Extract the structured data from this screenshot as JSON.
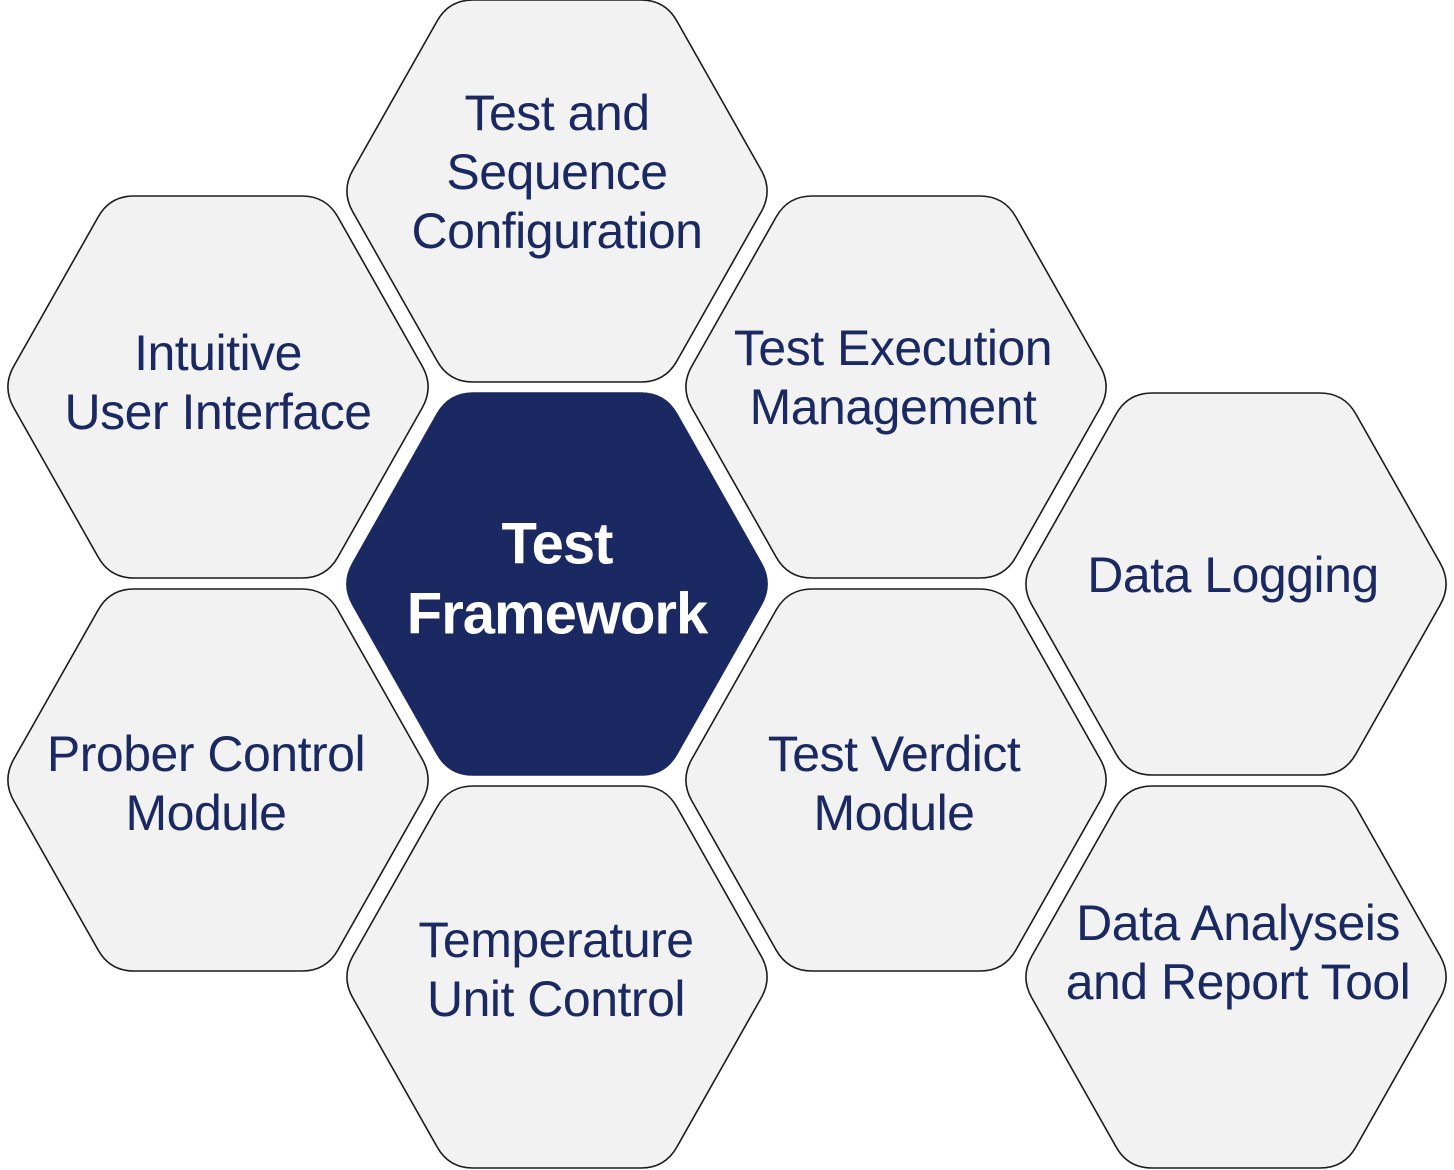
{
  "diagram": {
    "center": {
      "lines": [
        "Test",
        "Framework"
      ],
      "fill": "#1a2962",
      "text_color": "#ffffff"
    },
    "modules": [
      {
        "id": "test-and-sequence-configuration",
        "lines": [
          "Test and",
          "Sequence",
          "Configuration"
        ]
      },
      {
        "id": "intuitive-user-interface",
        "lines": [
          "Intuitive",
          "User Interface"
        ]
      },
      {
        "id": "test-execution-management",
        "lines": [
          "Test Execution",
          "Management"
        ]
      },
      {
        "id": "data-logging",
        "lines": [
          "Data Logging"
        ]
      },
      {
        "id": "prober-control-module",
        "lines": [
          "Prober Control",
          "Module"
        ]
      },
      {
        "id": "test-verdict-module",
        "lines": [
          "Test Verdict",
          "Module"
        ]
      },
      {
        "id": "temperature-unit-control",
        "lines": [
          "Temperature",
          "Unit Control"
        ]
      },
      {
        "id": "data-analyseis-and-report-tool",
        "lines": [
          "Data Analyseis",
          "and Report Tool"
        ]
      }
    ],
    "colors": {
      "module_fill": "#f2f2f2",
      "module_stroke": "#1b1b1b",
      "module_text": "#1a2962"
    }
  }
}
